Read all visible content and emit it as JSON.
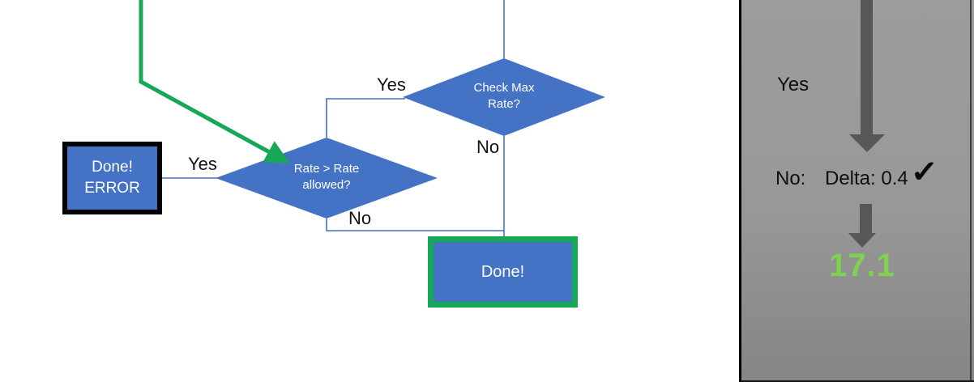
{
  "flowchart": {
    "diamond_check_max": {
      "label": "Check Max\nRate?"
    },
    "diamond_rate_allowed": {
      "label": "Rate > Rate\nallowed?"
    },
    "error_box": {
      "label": "Done!\nERROR"
    },
    "done_box": {
      "label": "Done!"
    },
    "edge_labels": {
      "yes_check_max": "Yes",
      "no_check_max": "No",
      "yes_rate_allowed": "Yes",
      "no_rate_allowed": "No"
    }
  },
  "panel": {
    "yes_label": "Yes",
    "no_label": "No:",
    "delta_label": "Delta: 0.4",
    "check_icon": "✓",
    "result_value": "17.1"
  },
  "colors": {
    "shape_blue": "#4472C4",
    "connector_blue": "#4472C4",
    "green_accent": "#17A857",
    "result_green": "#7FD24F",
    "arrow_gray": "#575757",
    "panel_gray": "#989898"
  }
}
